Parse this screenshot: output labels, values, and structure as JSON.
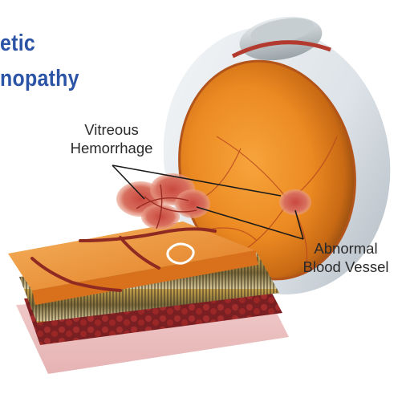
{
  "title": {
    "line1": "etic",
    "line2": "nopathy"
  },
  "labels": {
    "vitreous_line1": "Vitreous",
    "vitreous_line2": "Hemorrhage",
    "vessel_line1": "Abnormal",
    "vessel_line2": "Blood Vessel"
  },
  "colors": {
    "title_blue": "#2b54a6",
    "label_text": "#2a2a2a",
    "leader_line": "#1a1a1a"
  }
}
